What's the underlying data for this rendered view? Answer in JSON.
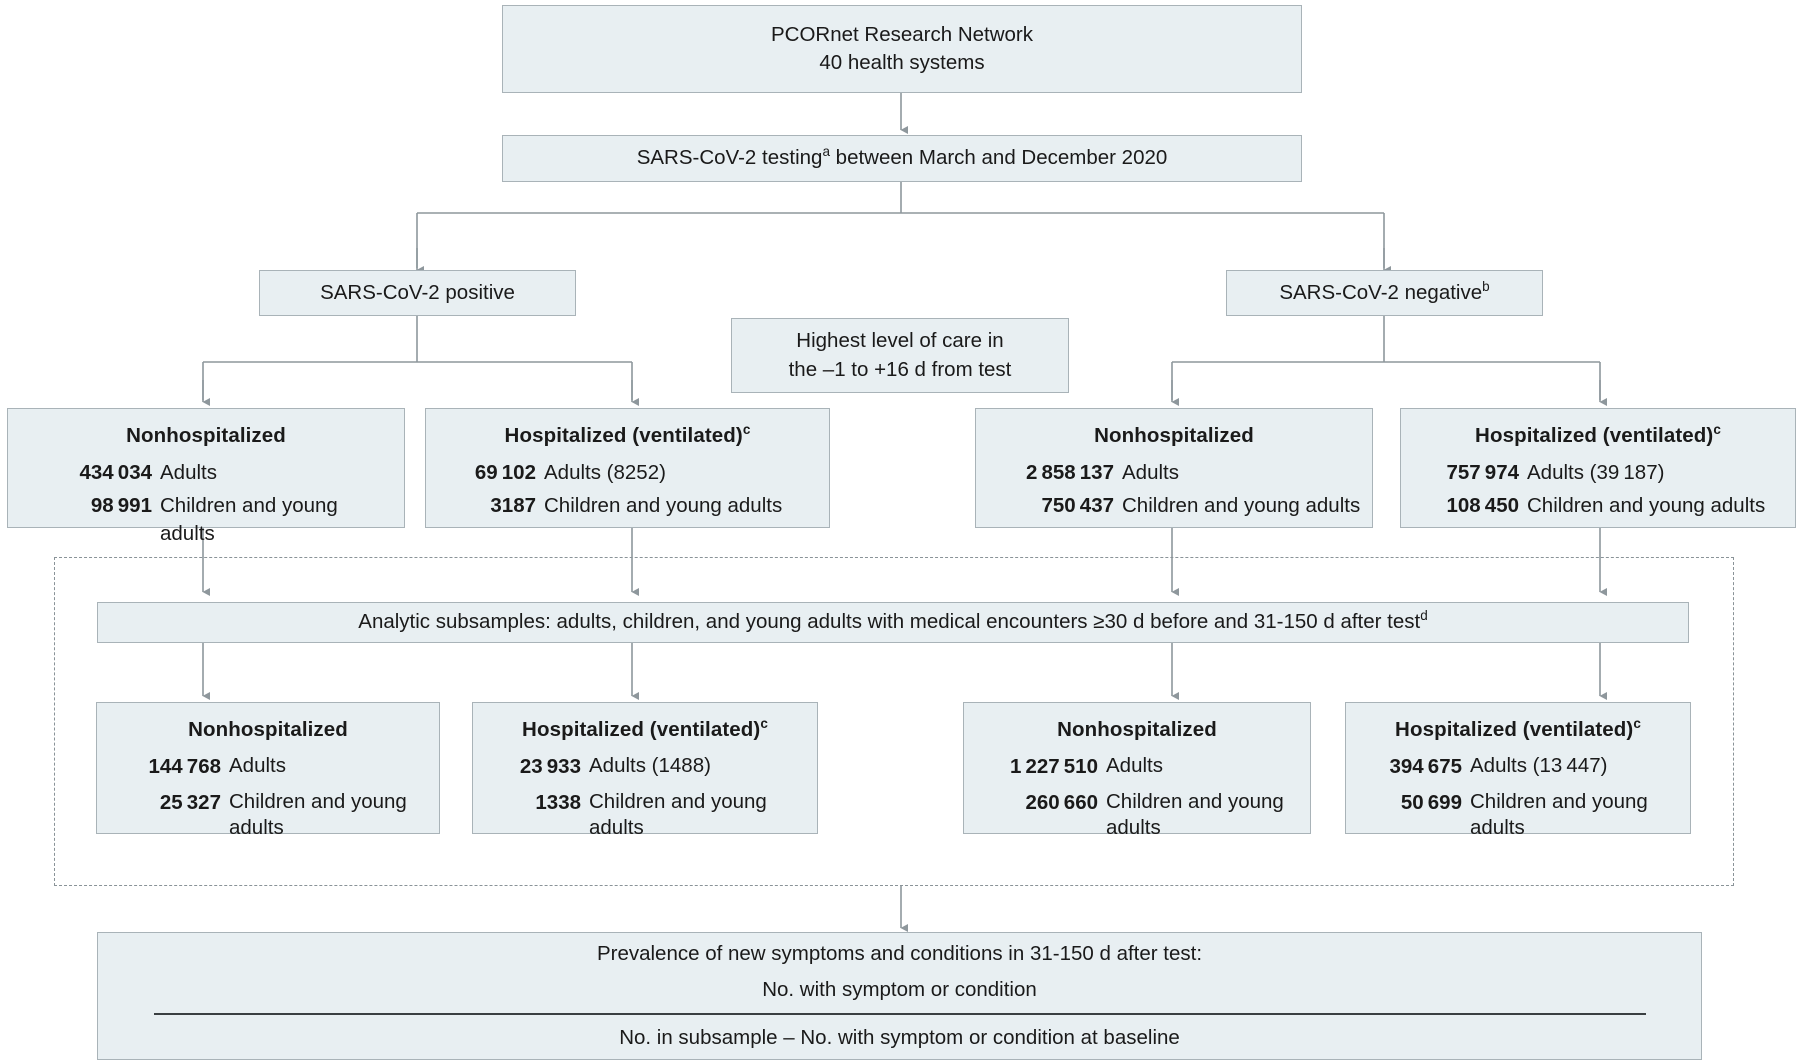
{
  "figure": {
    "type": "flow-diagram",
    "title": "PCORnet study population flow diagram",
    "accent_fill": "#e8eff2",
    "accent_border": "#a9b3b8",
    "rule_color": "#3a3f42"
  },
  "nodes": {
    "root": {
      "line1": "PCORnet Research Network",
      "line2": "40 health systems"
    },
    "testing": {
      "text_before": "SARS-CoV-2 testing",
      "footnote": "a",
      "text_after": " between March and December 2020"
    },
    "positive": {
      "label": "SARS-CoV-2 positive"
    },
    "negative": {
      "label": "SARS-CoV-2 negative",
      "footnote": "b"
    },
    "care_note": {
      "line1": "Highest level of care in",
      "line2": "the –1 to +16 d from test"
    },
    "analytic_band": {
      "text": "Analytic subsamples: adults, children, and young adults with medical encounters ≥30 d before and 31-150 d after test",
      "footnote": "d"
    },
    "prevalence": {
      "line1": "Prevalence of new symptoms and conditions in 31-150 d after test:",
      "numerator": "No. with symptom or condition",
      "denominator": "No. in subsample –  No. with symptom or condition at baseline"
    }
  },
  "cohorts": {
    "full": [
      {
        "id": "pos-nonhosp",
        "title": "Nonhospitalized",
        "rows": [
          {
            "num": "434 034",
            "label": "Adults"
          },
          {
            "num": "98 991",
            "label": "Children and young adults"
          }
        ]
      },
      {
        "id": "pos-hosp",
        "title": "Hospitalized (ventilated)",
        "title_footnote": "c",
        "rows": [
          {
            "num": "69 102",
            "label": "Adults (8252)"
          },
          {
            "num": "3187",
            "label": "Children and young adults"
          }
        ]
      },
      {
        "id": "neg-nonhosp",
        "title": "Nonhospitalized",
        "rows": [
          {
            "num": "2 858 137",
            "label": "Adults"
          },
          {
            "num": "750 437",
            "label": "Children and young adults"
          }
        ]
      },
      {
        "id": "neg-hosp",
        "title": "Hospitalized (ventilated)",
        "title_footnote": "c",
        "rows": [
          {
            "num": "757 974",
            "label": "Adults (39 187)"
          },
          {
            "num": "108 450",
            "label": "Children and young adults"
          }
        ]
      }
    ],
    "analytic": [
      {
        "id": "an-pos-nonhosp",
        "title": "Nonhospitalized",
        "rows": [
          {
            "num": "144 768",
            "label": "Adults"
          },
          {
            "num": "25 327",
            "label": "Children and young adults"
          }
        ]
      },
      {
        "id": "an-pos-hosp",
        "title": "Hospitalized (ventilated)",
        "title_footnote": "c",
        "rows": [
          {
            "num": "23 933",
            "label": "Adults (1488)"
          },
          {
            "num": "1338",
            "label": "Children and young adults"
          }
        ]
      },
      {
        "id": "an-neg-nonhosp",
        "title": "Nonhospitalized",
        "rows": [
          {
            "num": "1 227 510",
            "label": "Adults"
          },
          {
            "num": "260 660",
            "label": "Children and young adults"
          }
        ]
      },
      {
        "id": "an-neg-hosp",
        "title": "Hospitalized (ventilated)",
        "title_footnote": "c",
        "rows": [
          {
            "num": "394 675",
            "label": "Adults (13 447)"
          },
          {
            "num": "50 699",
            "label": "Children and young adults"
          }
        ]
      }
    ]
  }
}
